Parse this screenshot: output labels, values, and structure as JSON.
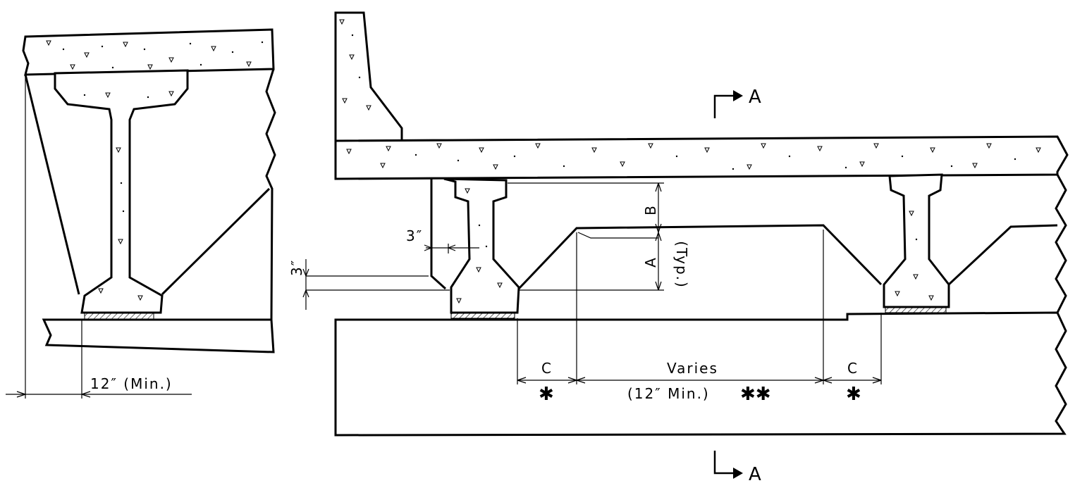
{
  "section": {
    "top_label": "A",
    "bottom_label": "A"
  },
  "dimensions": {
    "min_12_left": "12″ (Min.)",
    "three_in_horizontal": "3″",
    "three_in_vertical": "3″",
    "B": "B",
    "A": "A",
    "A_typ": "(Typ.)",
    "C_left": "C",
    "C_right": "C",
    "varies": "Varies",
    "varies_min": "(12″ Min.)"
  },
  "notes": {
    "single_star": "✱",
    "double_star": "✱✱"
  }
}
